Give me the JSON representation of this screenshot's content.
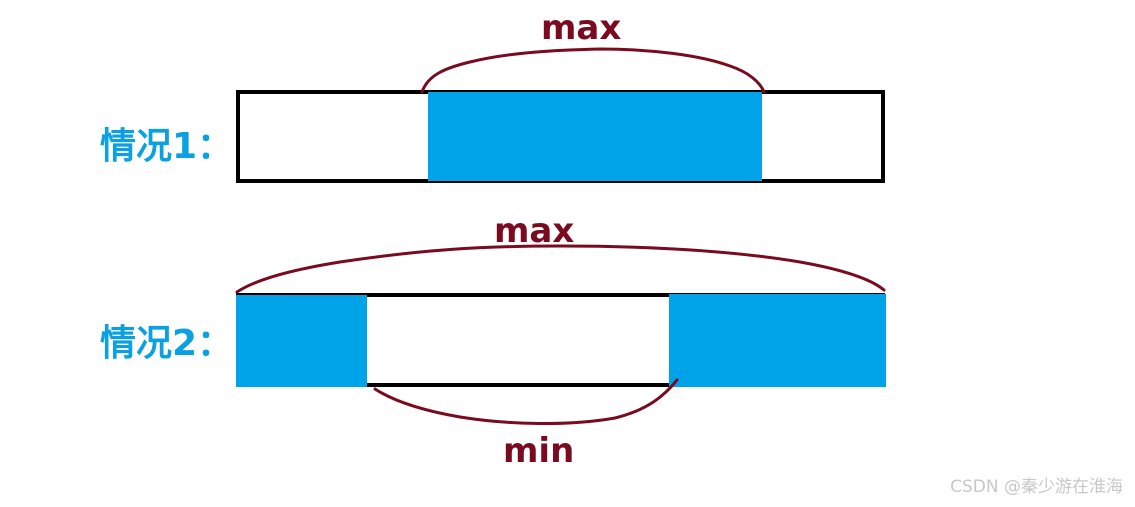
{
  "diagram": {
    "case1": {
      "label": "情况1：",
      "annotation_top": "max"
    },
    "case2": {
      "label": "情况2：",
      "annotation_top": "max",
      "annotation_bottom": "min"
    }
  },
  "watermark": "CSDN @秦少游在淮海",
  "colors": {
    "label_blue": "#0aa0e2",
    "fill_blue": "#00a2e8",
    "annotation_red": "#7a0a20",
    "border": "#000000"
  }
}
